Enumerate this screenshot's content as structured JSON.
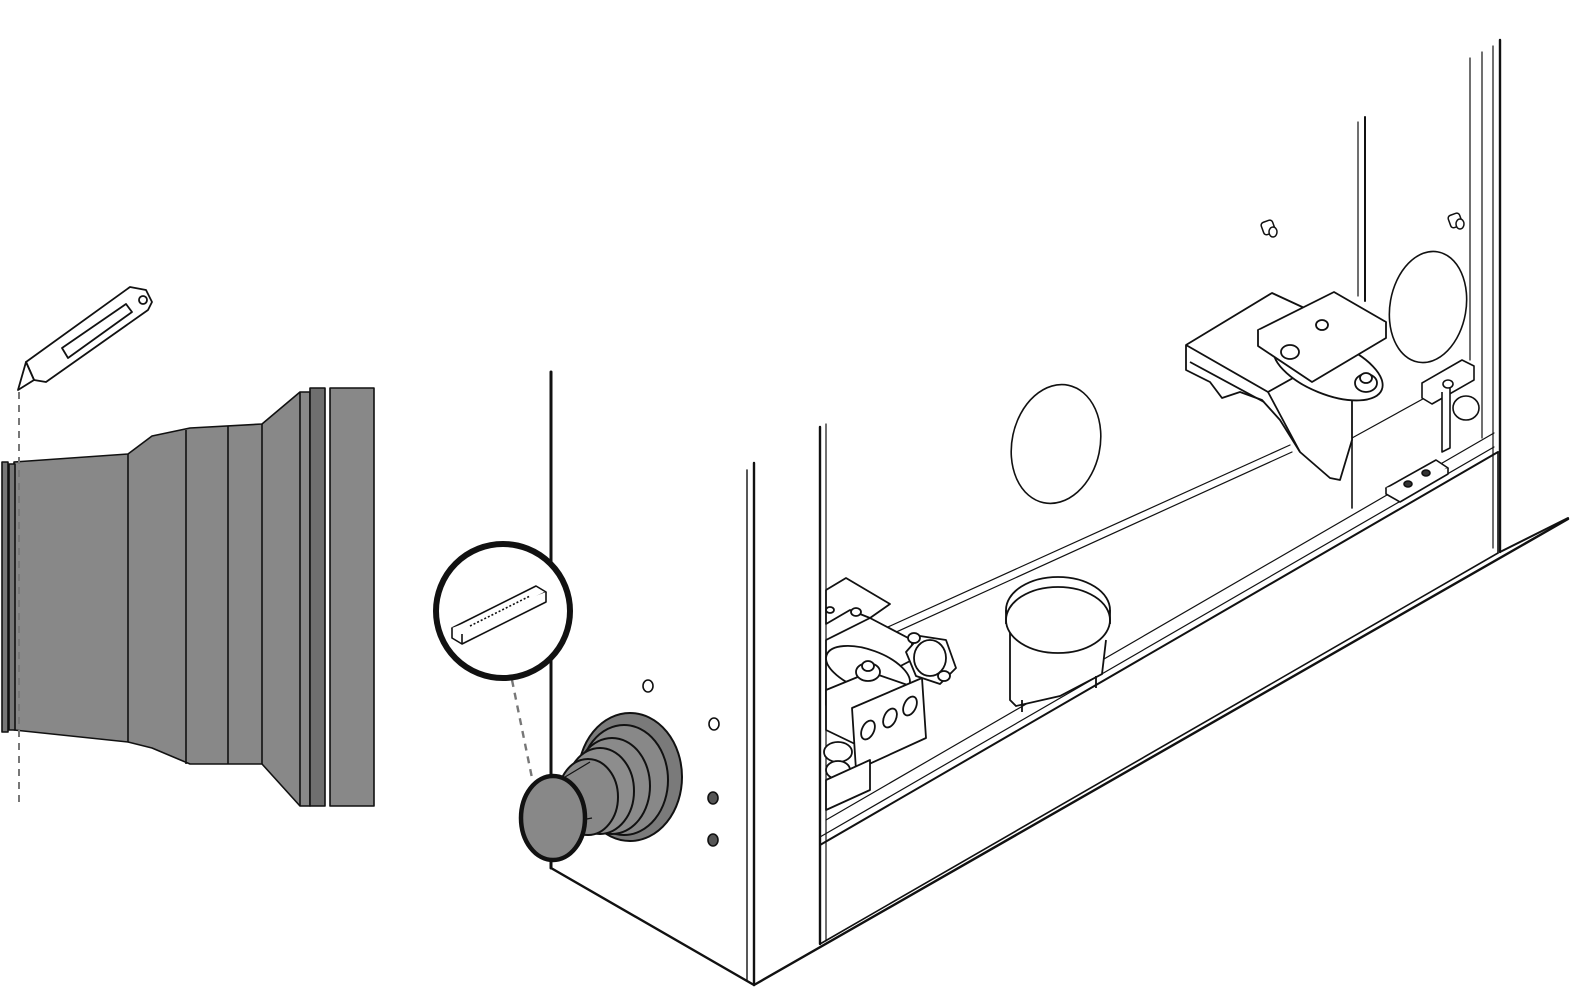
{
  "figure": {
    "kind": "technical assembly illustration",
    "colors": {
      "background": "#ffffff",
      "line": "#111111",
      "seal_fill": "#888888",
      "seal_dark": "#6f6f6f",
      "seal_band": "#9a9a9a",
      "guide_dash": "#777777"
    },
    "parts": [
      {
        "key": "utility_knife",
        "icon": "utility-knife-icon"
      },
      {
        "key": "rubber_seal_sleeve",
        "icon": "stepped-seal-icon"
      },
      {
        "key": "cut_guide",
        "icon": "dashed-cut-line-icon"
      },
      {
        "key": "detail_callout",
        "icon": "magnifier-circle-icon"
      },
      {
        "key": "installed_seal",
        "icon": "grommet-icon"
      },
      {
        "key": "cabinet",
        "icon": "cabinet-frame-icon"
      },
      {
        "key": "mounting_brackets",
        "icon": "bracket-icon"
      },
      {
        "key": "cylindrical_cup",
        "icon": "cup-icon"
      }
    ]
  }
}
